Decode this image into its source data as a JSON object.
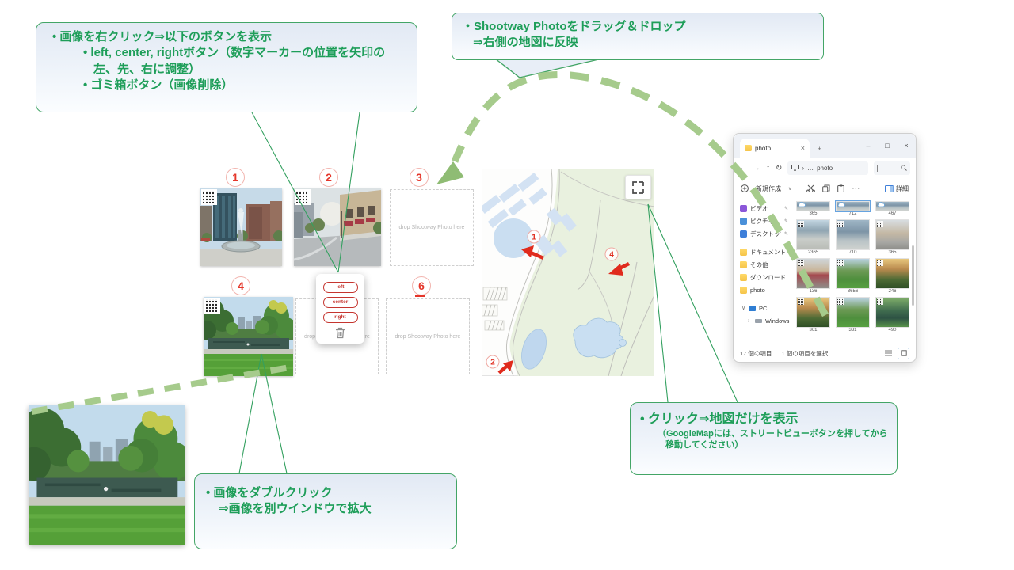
{
  "callouts": {
    "right_click": {
      "lines": [
        "•  画像を右クリック⇒以下のボタンを表示",
        "•  left, center, rightボタン（数字マーカーの位置を矢印の左、先、右に調整）",
        "•  ゴミ箱ボタン（画像削除）"
      ]
    },
    "drag_drop": {
      "lines": [
        "・Shootway Photoをドラッグ＆ドロップ",
        "⇒右側の地図に反映"
      ]
    },
    "map_only": {
      "lines": [
        "•   クリック⇒地図だけを表示",
        "（GoogleMapには、ストリートビューボタンを押してから移動してください）"
      ]
    },
    "double_click": {
      "lines": [
        "•   画像をダブルクリック",
        "⇒画像を別ウインドウで拡大"
      ]
    }
  },
  "photo_board": {
    "slot_numbers": [
      "1",
      "2",
      "3",
      "4",
      "6"
    ],
    "drop_placeholder": "drop Shootway Photo here",
    "context_menu": {
      "buttons": [
        "left",
        "center",
        "right"
      ]
    }
  },
  "map": {
    "marker_labels": [
      "1",
      "2",
      "4"
    ]
  },
  "explorer": {
    "tab": {
      "title": "photo",
      "close": "×",
      "new_tab": "+"
    },
    "window_controls": {
      "minimize": "–",
      "maximize": "□",
      "close": "×"
    },
    "nav": {
      "back": "←",
      "forward": "→",
      "up": "↑",
      "refresh": "↻",
      "crumb_sep": "›",
      "crumb_more": "…",
      "crumb_current": "photo"
    },
    "toolbar": {
      "new_label": "新規作成",
      "new_chevron": "∨",
      "more": "⋯",
      "details_label": "詳細"
    },
    "sidebar": [
      "ビデオ",
      "ピクチャ",
      "デスクトップ",
      "ドキュメント",
      "その他",
      "ダウンロード",
      "photo",
      "PC",
      "Windows (C:)"
    ],
    "sidebar_expanders": {
      "pc": "∨",
      "drive": "›"
    },
    "files": [
      "365",
      "712",
      "467",
      "2365",
      "710",
      "365",
      "136",
      "3656",
      "246",
      "361",
      "331",
      "490"
    ],
    "status": {
      "items": "17 個の項目",
      "selected": "1 個の項目を選択"
    }
  },
  "colors": {
    "callout_green": "#1E9E59",
    "callout_border": "#43A566",
    "dashed_arrow_green": "#A6CB8C",
    "marker_red": "#E5362A",
    "button_red": "#C5352F",
    "selection_blue": "#5B9BD5"
  }
}
